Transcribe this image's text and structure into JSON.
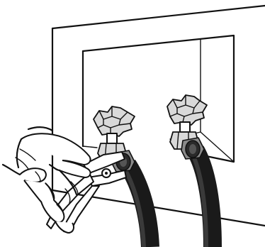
{
  "figure": {
    "kind": "line-illustration",
    "elements": [
      "wall-panel",
      "recessed-box",
      "left-faucet",
      "right-faucet",
      "left-hose",
      "right-hose",
      "pliers",
      "hand"
    ],
    "colors": {
      "line": "#111111",
      "background": "#ffffff",
      "metal": "#d9d9d9",
      "hose": "#1a1a1a"
    }
  }
}
